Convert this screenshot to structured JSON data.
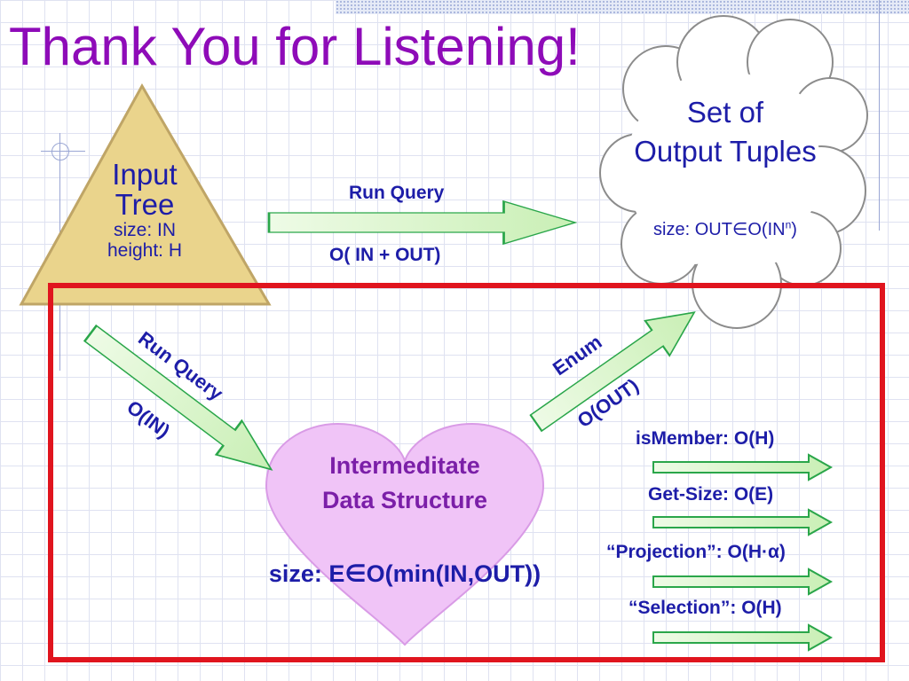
{
  "title": "Thank You for Listening!",
  "input_tree": {
    "title_line1": "Input",
    "title_line2": "Tree",
    "size": "size: IN",
    "height": "height: H"
  },
  "output_cloud": {
    "title_line1": "Set of",
    "title_line2": "Output Tuples",
    "size_prefix": "size: OUT∈O(IN",
    "size_sup": "n",
    "size_suffix": ")"
  },
  "top_arrow": {
    "label": "Run Query",
    "complexity": "O( IN + OUT)"
  },
  "diag_arrow_down": {
    "label": "Run Query",
    "complexity": "O(IN)"
  },
  "diag_arrow_up": {
    "label": "Enum",
    "complexity": "O(OUT)"
  },
  "heart": {
    "line1": "Intermeditate",
    "line2": "Data Structure",
    "size": "size: E∈O(min(IN,OUT))"
  },
  "operations": [
    {
      "label": "isMember: O(H)"
    },
    {
      "label": "Get-Size: O(E)"
    },
    {
      "label": "“Projection”: O(H·α)"
    },
    {
      "label": "“Selection”: O(H)"
    }
  ],
  "colors": {
    "title": "#8e0bb8",
    "text_blue": "#1d1da8",
    "heart_text": "#7b1fa8",
    "arrow_fill": "#d7f5c8",
    "arrow_stroke": "#2aa64a",
    "triangle_fill": "#ead48c",
    "triangle_stroke": "#bfa566",
    "heart_fill": "#f0c4f7",
    "heart_stroke": "#d99be6",
    "highlight_frame": "#e0141e"
  }
}
